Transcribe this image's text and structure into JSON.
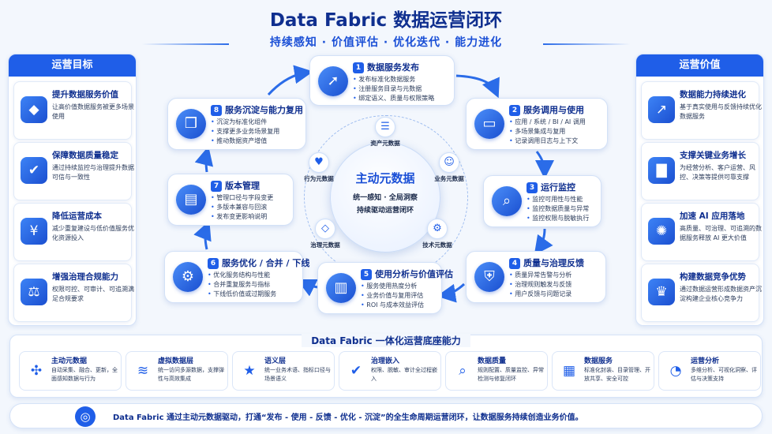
{
  "title": "Data Fabric 数据运营闭环",
  "subtitle": "持续感知 · 价值评估 · 优化迭代 · 能力进化",
  "left_panel": {
    "heading": "运营目标",
    "items": [
      {
        "icon": "gem-icon",
        "glyph": "◆",
        "title": "提升数据服务价值",
        "desc": "让高价值数据服务被更多场景使用"
      },
      {
        "icon": "shield-check-icon",
        "glyph": "✔",
        "title": "保障数据质量稳定",
        "desc": "通过持续监控与治理提升数据可信与一致性"
      },
      {
        "icon": "coins-icon",
        "glyph": "¥",
        "title": "降低运营成本",
        "desc": "减少重复建设与低价值服务优化资源投入"
      },
      {
        "icon": "scales-icon",
        "glyph": "⚖",
        "title": "增强治理合规能力",
        "desc": "权限可控、可审计、可追溯满足合规要求"
      }
    ]
  },
  "right_panel": {
    "heading": "运营价值",
    "items": [
      {
        "icon": "growth-chart-icon",
        "glyph": "↗",
        "title": "数据能力持续进化",
        "desc": "基于真实使用与反馈持续优化数据服务"
      },
      {
        "icon": "bar-chart-icon",
        "glyph": "▇",
        "title": "支撑关键业务增长",
        "desc": "为经营分析、客户运营、风控、决策等提供可靠支撑"
      },
      {
        "icon": "brain-icon",
        "glyph": "✺",
        "title": "加速 AI 应用落地",
        "desc": "高质量、可治理、可追溯的数据服务释放 AI 更大价值"
      },
      {
        "icon": "trophy-icon",
        "glyph": "♛",
        "title": "构建数据竞争优势",
        "desc": "通过数据运营形成数据资产沉淀构建企业核心竞争力"
      }
    ]
  },
  "center": {
    "title": "主动元数据",
    "line1": "统一感知 · 全局洞察",
    "line2": "持续驱动运营闭环",
    "nodes": [
      {
        "icon": "database-icon",
        "glyph": "☰",
        "label": "资产元数据"
      },
      {
        "icon": "users-icon",
        "glyph": "☺",
        "label": "业务元数据"
      },
      {
        "icon": "chip-icon",
        "glyph": "⚙",
        "label": "技术元数据"
      },
      {
        "icon": "shield-icon",
        "glyph": "◇",
        "label": "治理元数据"
      },
      {
        "icon": "pulse-shield-icon",
        "glyph": "♥",
        "label": "行为元数据"
      }
    ]
  },
  "steps": [
    {
      "num": "1",
      "title": "数据服务发布",
      "icon": "rocket-icon",
      "glyph": "➚",
      "bullets": [
        "发布标准化数据服务",
        "注册服务目录与元数据",
        "绑定语义、质量与权限策略"
      ]
    },
    {
      "num": "2",
      "title": "服务调用与使用",
      "icon": "monitor-icon",
      "glyph": "▭",
      "bullets": [
        "应用 / 系统 / BI / AI 调用",
        "多场景集成与复用",
        "记录调用日志与上下文"
      ]
    },
    {
      "num": "3",
      "title": "运行监控",
      "icon": "magnify-pulse-icon",
      "glyph": "⌕",
      "bullets": [
        "监控可用性与性能",
        "监控数据质量与异常",
        "监控权限与脱敏执行"
      ]
    },
    {
      "num": "4",
      "title": "质量与治理反馈",
      "icon": "shield-user-icon",
      "glyph": "⛨",
      "bullets": [
        "质量异常告警与分析",
        "治理规则触发与反馈",
        "用户反馈与问题记录"
      ]
    },
    {
      "num": "5",
      "title": "使用分析与价值评估",
      "icon": "bar-chart-icon",
      "glyph": "▥",
      "bullets": [
        "服务使用热度分析",
        "业务价值与复用评估",
        "ROI 与成本效益评估"
      ]
    },
    {
      "num": "6",
      "title": "服务优化 / 合并 / 下线",
      "icon": "gear-icon",
      "glyph": "⚙",
      "bullets": [
        "优化服务结构与性能",
        "合并重复服务与指标",
        "下线低价值或过期服务"
      ]
    },
    {
      "num": "7",
      "title": "版本管理",
      "icon": "document-gear-icon",
      "glyph": "▤",
      "bullets": [
        "管理口径与字段变更",
        "多版本兼容与回滚",
        "发布变更影响说明"
      ]
    },
    {
      "num": "8",
      "title": "服务沉淀与能力复用",
      "icon": "cube-icon",
      "glyph": "❒",
      "bullets": [
        "沉淀为标准化组件",
        "支撑更多业务场景复用",
        "推动数据资产增值"
      ]
    }
  ],
  "capabilities": {
    "heading": "Data Fabric 一体化运营底座能力",
    "items": [
      {
        "icon": "network-icon",
        "glyph": "✣",
        "title": "主动元数据",
        "desc": "自动采集、融合、更新，全面感知数据与行为"
      },
      {
        "icon": "layers-icon",
        "glyph": "≋",
        "title": "虚拟数据层",
        "desc": "统一访问多源数据，支撑弹性与高效集成"
      },
      {
        "icon": "bookmark-icon",
        "glyph": "★",
        "title": "语义层",
        "desc": "统一业务术语、指标口径与场景语义"
      },
      {
        "icon": "shield-check-icon",
        "glyph": "✔",
        "title": "治理嵌入",
        "desc": "权限、脱敏、审计全过程嵌入"
      },
      {
        "icon": "search-icon",
        "glyph": "⌕",
        "title": "数据质量",
        "desc": "规则配置、质量监控、异常检测与修复闭环"
      },
      {
        "icon": "grid-icon",
        "glyph": "▦",
        "title": "数据服务",
        "desc": "标准化封装、目录管理、开放共享、安全可控"
      },
      {
        "icon": "pie-chart-icon",
        "glyph": "◔",
        "title": "运营分析",
        "desc": "多维分析、可视化洞察、评估与决策支持"
      }
    ]
  },
  "footer": {
    "icon": "target-icon",
    "glyph": "◎",
    "text": "Data Fabric 通过主动元数据驱动，打通“发布 - 使用 - 反馈 - 优化 - 沉淀”的全生命周期运营闭环，让数据服务持续创造业务价值。"
  }
}
